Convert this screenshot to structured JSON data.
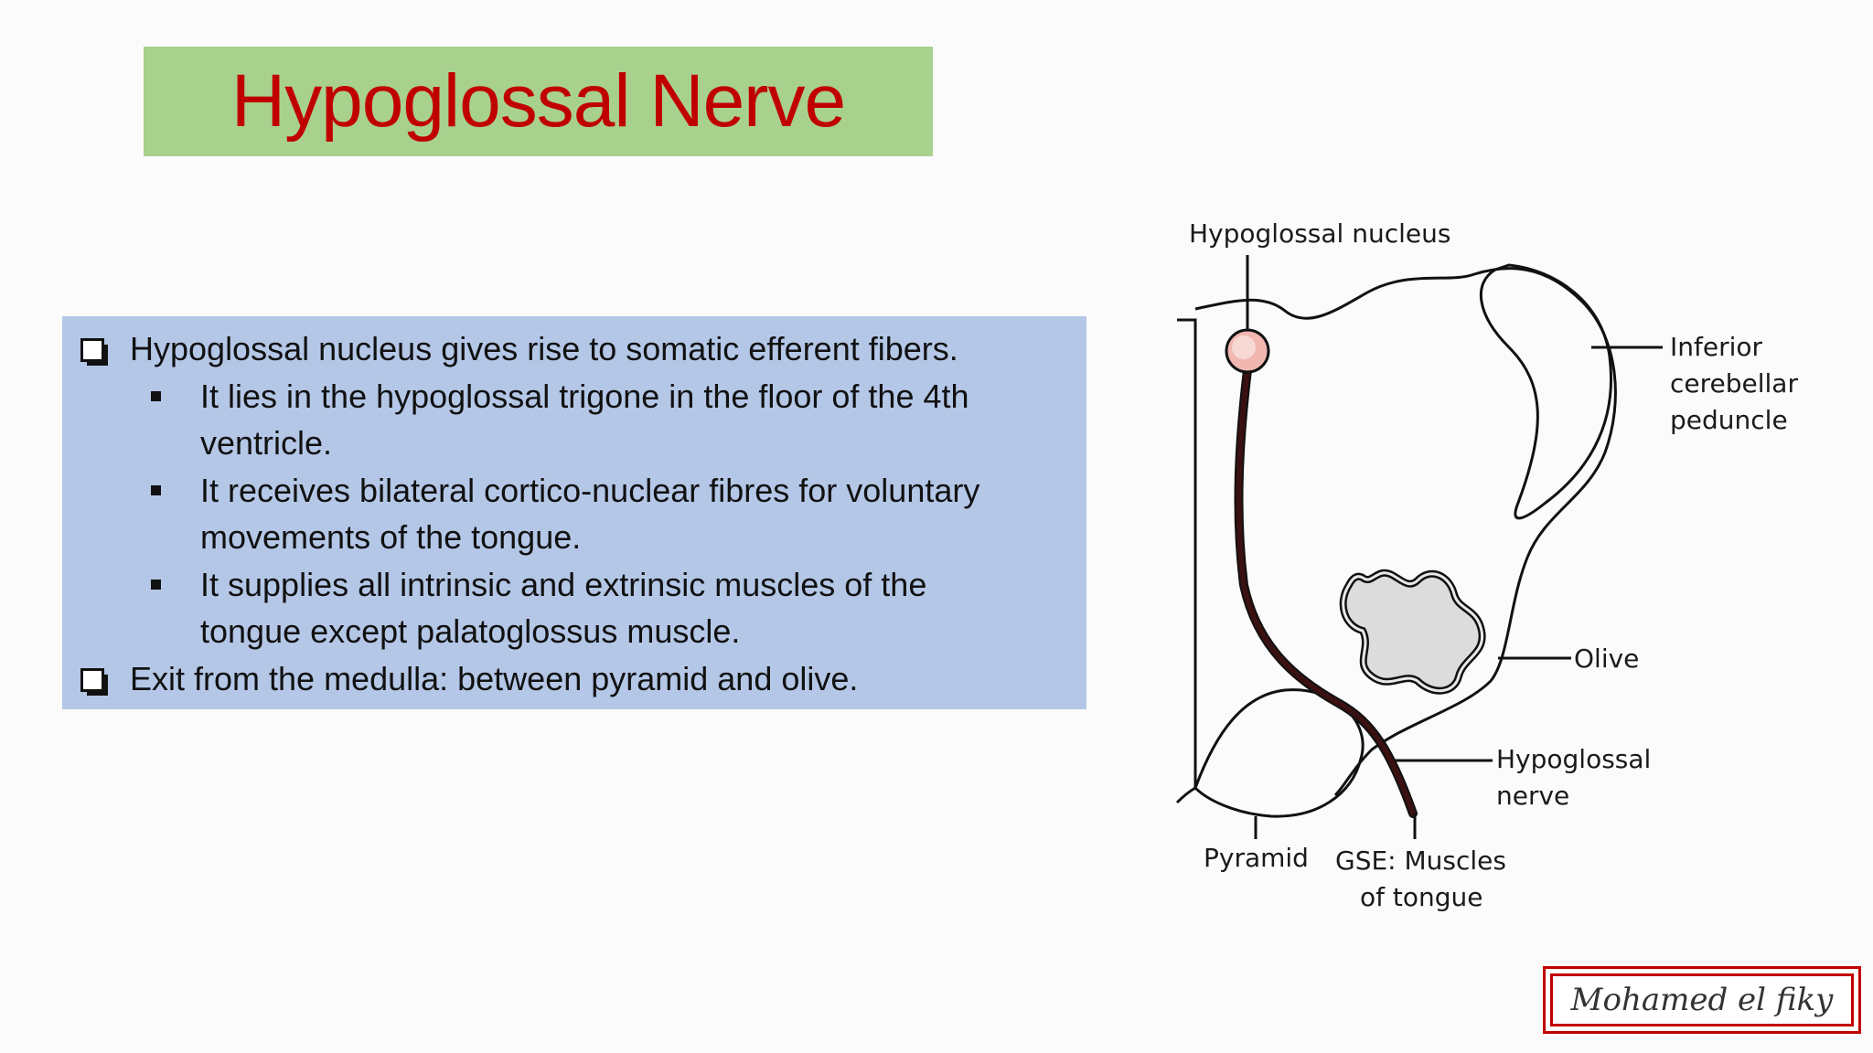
{
  "title": "Hypoglossal Nerve",
  "bullets": [
    {
      "level": 1,
      "lines": [
        "Hypoglossal nucleus gives rise to somatic efferent fibers."
      ]
    },
    {
      "level": 2,
      "lines": [
        "It lies in the hypoglossal trigone in the floor of the 4th",
        "ventricle."
      ]
    },
    {
      "level": 2,
      "lines": [
        "It receives bilateral cortico-nuclear fibres for voluntary",
        "movements of the tongue."
      ]
    },
    {
      "level": 2,
      "lines": [
        "It supplies all intrinsic and extrinsic muscles of the",
        "tongue except palatoglossus muscle."
      ]
    },
    {
      "level": 1,
      "lines": [
        "Exit from the medulla: between pyramid and olive."
      ]
    }
  ],
  "diagram": {
    "labels": {
      "hypoglossal_nucleus": "Hypoglossal nucleus",
      "inferior_cerebellar_peduncle": [
        "Inferior",
        "cerebellar",
        "peduncle"
      ],
      "olive": "Olive",
      "hypoglossal_nerve": [
        "Hypoglossal",
        "nerve"
      ],
      "pyramid": "Pyramid",
      "gse": [
        "GSE: Muscles",
        "of tongue"
      ]
    }
  },
  "signature": "Mohamed el fiky",
  "colors": {
    "title_bg": "#a9d18e",
    "title_text": "#c00000",
    "box_bg": "#b4c7e7",
    "signature_border": "#c00000",
    "nerve": "#3a1010",
    "nucleus": "#f0b8b0"
  }
}
